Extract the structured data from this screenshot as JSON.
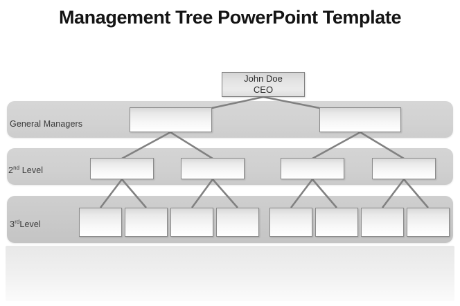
{
  "slide": {
    "title": "Management Tree PowerPoint Template",
    "background_color": "#ffffff",
    "title_color": "#141414"
  },
  "bands": [
    {
      "id": "general-managers",
      "label_text": "General  Managers",
      "label_prefix": "General  Managers",
      "label_sup": "",
      "label_suffix": "",
      "color": "#d2d2d2"
    },
    {
      "id": "second-level",
      "label_text": "2nd Level",
      "label_prefix": "2",
      "label_sup": "nd",
      "label_suffix": " Level",
      "color": "#d0d0d0"
    },
    {
      "id": "third-level",
      "label_text": "3rd Level",
      "label_prefix": "3",
      "label_sup": "rd",
      "label_suffix": "Level",
      "color": "#c9c9c9"
    }
  ],
  "nodes": {
    "root": {
      "name_line": "John Doe",
      "title_line": "CEO"
    },
    "general_managers": [
      {
        "label": ""
      },
      {
        "label": ""
      }
    ],
    "second_level": [
      {
        "label": ""
      },
      {
        "label": ""
      },
      {
        "label": ""
      },
      {
        "label": ""
      }
    ],
    "third_level": [
      {
        "label": ""
      },
      {
        "label": ""
      },
      {
        "label": ""
      },
      {
        "label": ""
      },
      {
        "label": ""
      },
      {
        "label": ""
      },
      {
        "label": ""
      },
      {
        "label": ""
      }
    ]
  },
  "style": {
    "connector_color": "#818181",
    "node_border_color": "#8a8a8a",
    "node_fill_top": "#d8d8d8",
    "node_fill_bottom": "#ffffff"
  }
}
